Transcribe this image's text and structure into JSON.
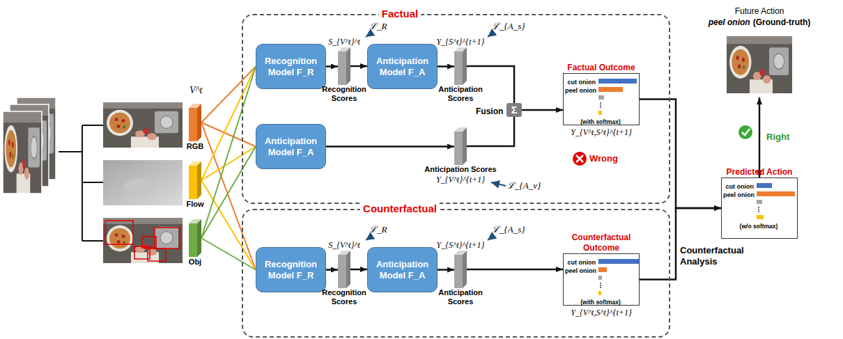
{
  "diagram": {
    "nodes": [
      {
        "text": [
          "RGB"
        ]
      },
      {
        "text": [
          "Flow"
        ]
      },
      {
        "text": [
          "Obj"
        ]
      },
      {
        "text": [
          "Factual"
        ]
      },
      {
        "text": [
          "Recognition Model F_R"
        ],
        "in": 3
      },
      {
        "text": [
          "S_{V^t}^t",
          "Recognition Scores"
        ],
        "in": 3
      },
      {
        "text": [
          "Anticipation Model F_A"
        ],
        "in": 3
      },
      {
        "text": [
          "Y_{S^t}^{t+1}",
          "Anticipation Scores"
        ],
        "in": 3
      },
      {
        "text": [
          "Anticipation Model F_A"
        ],
        "in": 3
      },
      {
        "text": [
          "Anticipation Scores",
          "Y_{V^t}^{t+1}"
        ],
        "in": 3
      },
      {
        "text": [
          "Σ"
        ],
        "in": 3
      },
      {
        "text": [
          "Factual Outcome",
          "cut onion",
          "peel onion",
          "(with softmax)",
          "Y_{V^t,S^t}^{t+1}"
        ],
        "in": 3
      },
      {
        "text": [
          "Counterfactual"
        ]
      },
      {
        "text": [
          "Recognition Model F_R"
        ],
        "in": 12
      },
      {
        "text": [
          "S_{V^t}^t",
          "Recognition Scores"
        ],
        "in": 12
      },
      {
        "text": [
          "Anticipation Model F_A"
        ],
        "in": 12
      },
      {
        "text": [
          "Y_{S^t}^{t+1}",
          "Anticipation Scores"
        ],
        "in": 12
      },
      {
        "text": [
          "Counterfactual Outcome",
          "cut onion",
          "peel onion",
          "(with softmax)",
          "Y_{V^t,S^t}^{t+1}"
        ],
        "in": 12
      },
      {
        "text": [
          "Future Action",
          "peel onion",
          "(Ground-truth)"
        ]
      },
      {
        "text": [
          "Predicted Action",
          "cut onion",
          "peel onion",
          "(w/o softmax)"
        ]
      }
    ],
    "edges": [
      {
        "from": 0,
        "to": 4,
        "arrow": "none"
      },
      {
        "from": 0,
        "to": 8,
        "arrow": "none"
      },
      {
        "from": 0,
        "to": 13,
        "arrow": "none"
      },
      {
        "from": 1,
        "to": 4,
        "arrow": "none"
      },
      {
        "from": 1,
        "to": 8,
        "arrow": "none"
      },
      {
        "from": 1,
        "to": 13,
        "arrow": "none"
      },
      {
        "from": 2,
        "to": 4,
        "arrow": "none"
      },
      {
        "from": 2,
        "to": 8,
        "arrow": "none"
      },
      {
        "from": 2,
        "to": 13,
        "arrow": "none"
      },
      {
        "from": 4,
        "to": 5,
        "arrow": "to"
      },
      {
        "from": 5,
        "to": 6,
        "arrow": "to"
      },
      {
        "from": 6,
        "to": 7,
        "arrow": "to"
      },
      {
        "from": 7,
        "to": 10,
        "arrow": "none"
      },
      {
        "from": 8,
        "to": 9,
        "arrow": "to"
      },
      {
        "from": 9,
        "to": 10,
        "arrow": "none"
      },
      {
        "from": 10,
        "to": 11,
        "arrow": "to"
      },
      {
        "from": 13,
        "to": 14,
        "arrow": "to"
      },
      {
        "from": 14,
        "to": 15,
        "arrow": "to"
      },
      {
        "from": 15,
        "to": 16,
        "arrow": "to"
      },
      {
        "from": 16,
        "to": 17,
        "arrow": "to"
      },
      {
        "from": 11,
        "to": 19,
        "arrow": "to"
      },
      {
        "from": 17,
        "to": 19,
        "arrow": "to"
      },
      {
        "from": 18,
        "to": 19,
        "arrow": "both",
        "label": "Right"
      }
    ],
    "labels": [
      "V^t",
      "ℒ_R",
      "ℒ_{A_s}",
      "ℒ_{A_v}",
      "Fusion",
      "Wrong",
      "ℒ_R",
      "ℒ_{A_s}",
      "Counterfactual Analysis"
    ]
  }
}
